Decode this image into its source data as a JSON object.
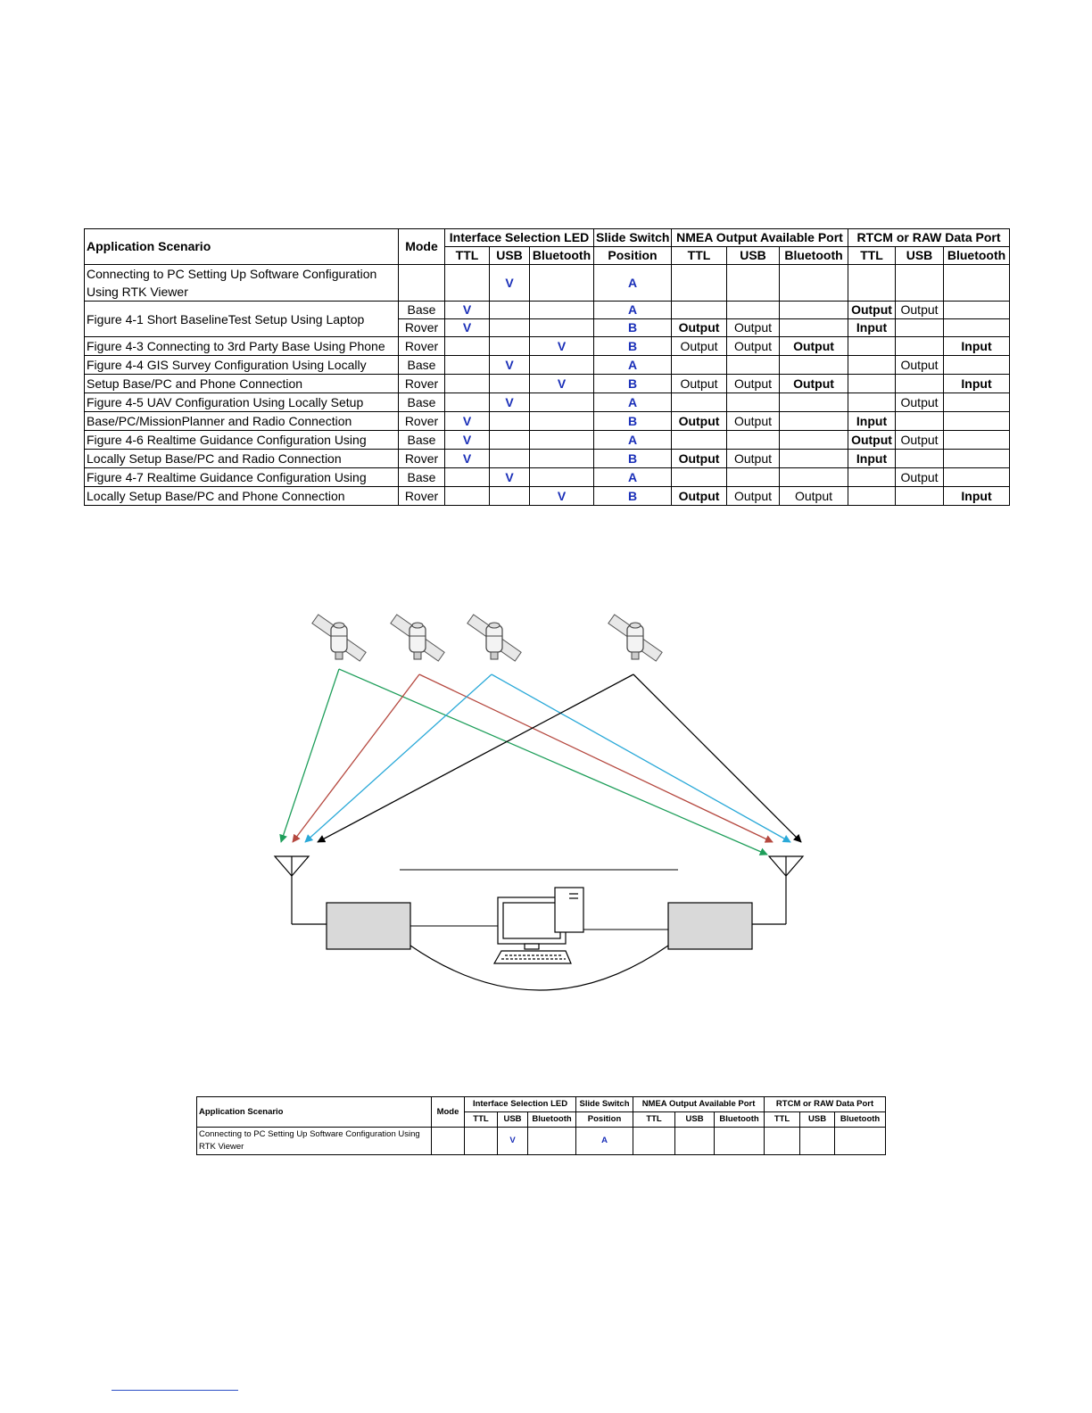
{
  "table_headers": {
    "application_scenario": "Application Scenario",
    "mode": "Mode",
    "interface_led": "Interface Selection LED",
    "slide_switch": "Slide Switch",
    "position": "Position",
    "nmea_output": "NMEA Output Available Port",
    "rtcm_port": "RTCM or RAW Data Port",
    "ttl": "TTL",
    "usb": "USB",
    "bluetooth": "Bluetooth"
  },
  "main_table": {
    "rows": [
      {
        "scenario": "Connecting to PC Setting Up Software Configuration Using RTK Viewer",
        "mode": "",
        "ttl": "",
        "usb": "V",
        "bt": "",
        "switch": "A",
        "n_ttl": "",
        "n_usb": "",
        "n_bt": "",
        "r_ttl": "",
        "r_usb": "",
        "r_bt": ""
      },
      {
        "scenario": "Figure 4-1 Short BaselineTest Setup Using Laptop",
        "mode": "Base",
        "ttl": "V",
        "usb": "",
        "bt": "",
        "switch": "A",
        "n_ttl": "",
        "n_usb": "",
        "n_bt": "",
        "r_ttl": "Output",
        "r_usb": "Output",
        "r_bt": ""
      },
      {
        "scenario": "",
        "mode": "Rover",
        "ttl": "V",
        "usb": "",
        "bt": "",
        "switch": "B",
        "n_ttl": "Output",
        "n_usb": "Output",
        "n_bt": "",
        "r_ttl": "Input",
        "r_usb": "",
        "r_bt": ""
      },
      {
        "scenario": "Figure 4-3 Connecting to 3rd Party Base Using Phone",
        "mode": "Rover",
        "ttl": "",
        "usb": "",
        "bt": "V",
        "switch": "B",
        "n_ttl": "Output",
        "n_usb": "Output",
        "n_bt": "Output",
        "r_ttl": "",
        "r_usb": "",
        "r_bt": "Input"
      },
      {
        "scenario": "Figure 4-4 GIS Survey Configuration Using Locally",
        "mode": "Base",
        "ttl": "",
        "usb": "V",
        "bt": "",
        "switch": "A",
        "n_ttl": "",
        "n_usb": "",
        "n_bt": "",
        "r_ttl": "",
        "r_usb": "Output",
        "r_bt": ""
      },
      {
        "scenario": "Setup Base/PC and Phone Connection",
        "mode": "Rover",
        "ttl": "",
        "usb": "",
        "bt": "V",
        "switch": "B",
        "n_ttl": "Output",
        "n_usb": "Output",
        "n_bt": "Output",
        "r_ttl": "",
        "r_usb": "",
        "r_bt": "Input"
      },
      {
        "scenario": "Figure 4-5 UAV Configuration Using Locally Setup",
        "mode": "Base",
        "ttl": "",
        "usb": "V",
        "bt": "",
        "switch": "A",
        "n_ttl": "",
        "n_usb": "",
        "n_bt": "",
        "r_ttl": "",
        "r_usb": "Output",
        "r_bt": ""
      },
      {
        "scenario": "Base/PC/MissionPlanner and Radio Connection",
        "mode": "Rover",
        "ttl": "V",
        "usb": "",
        "bt": "",
        "switch": "B",
        "n_ttl": "Output",
        "n_usb": "Output",
        "n_bt": "",
        "r_ttl": "Input",
        "r_usb": "",
        "r_bt": ""
      },
      {
        "scenario": "Figure 4-6 Realtime Guidance Configuration Using",
        "mode": "Base",
        "ttl": "V",
        "usb": "",
        "bt": "",
        "switch": "A",
        "n_ttl": "",
        "n_usb": "",
        "n_bt": "",
        "r_ttl": "Output",
        "r_usb": "Output",
        "r_bt": ""
      },
      {
        "scenario": "Locally Setup Base/PC and Radio Connection",
        "mode": "Rover",
        "ttl": "V",
        "usb": "",
        "bt": "",
        "switch": "B",
        "n_ttl": "Output",
        "n_usb": "Output",
        "n_bt": "",
        "r_ttl": "Input",
        "r_usb": "",
        "r_bt": ""
      },
      {
        "scenario": "Figure 4-7 Realtime Guidance Configuration Using",
        "mode": "Base",
        "ttl": "",
        "usb": "V",
        "bt": "",
        "switch": "A",
        "n_ttl": "",
        "n_usb": "",
        "n_bt": "",
        "r_ttl": "",
        "r_usb": "Output",
        "r_bt": ""
      },
      {
        "scenario": "Locally Setup Base/PC and Phone Connection",
        "mode": "Rover",
        "ttl": "",
        "usb": "",
        "bt": "V",
        "switch": "B",
        "n_ttl": "Output",
        "n_usb": "Output",
        "n_bt": "Output",
        "r_ttl": "",
        "r_usb": "",
        "r_bt": "Input"
      }
    ]
  },
  "small_table": {
    "row": {
      "scenario": "Connecting to PC Setting Up Software Configuration Using RTK Viewer",
      "usb": "V",
      "switch": "A"
    }
  },
  "colors": {
    "green": "#1e9e5a",
    "red": "#b5483f",
    "cyan": "#2aa9d8",
    "black": "#000000",
    "box_fill": "#d9d9d9",
    "check_blue": "#1a2fb8"
  }
}
